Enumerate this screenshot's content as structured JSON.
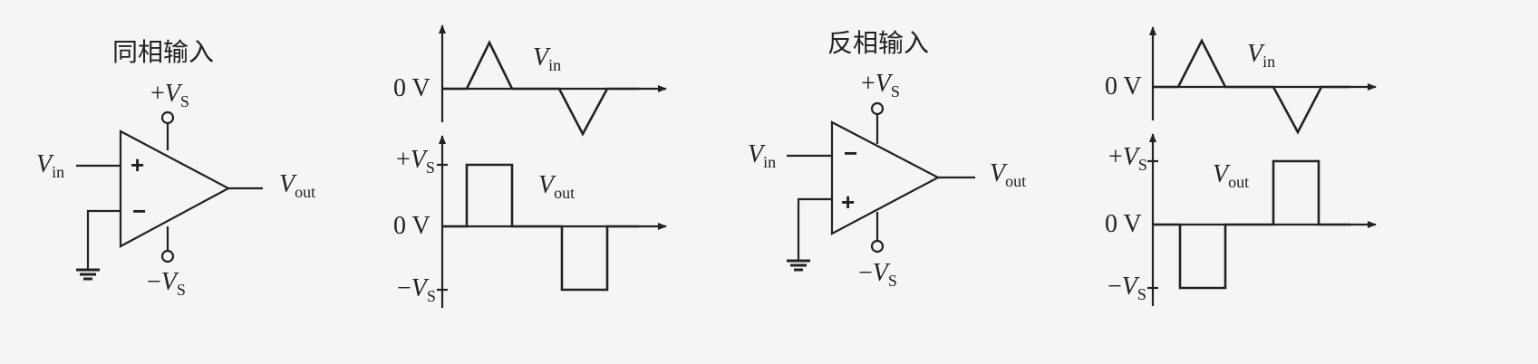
{
  "panels": [
    {
      "title": "同相输入",
      "top_pin": "+",
      "bottom_pin": "−"
    },
    {
      "title": "反相输入",
      "top_pin": "−",
      "bottom_pin": "+"
    }
  ],
  "labels": {
    "v": "V",
    "sub_in": "in",
    "sub_out": "out",
    "sub_s": "S",
    "plus": "+",
    "minus": "−",
    "zero_v": "0 V"
  }
}
